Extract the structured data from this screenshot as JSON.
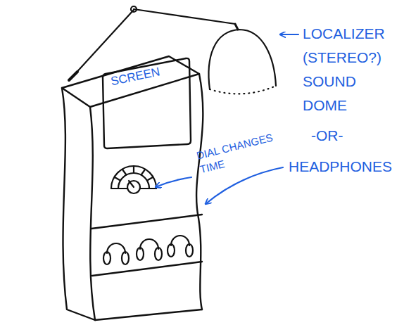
{
  "diagram": {
    "nodes": [
      {
        "text": [
          "SCREEN"
        ]
      }
    ],
    "labels": [
      "DIAL CHANGES TIME",
      "LOCALIZER (STEREO?) SOUND DOME",
      "-OR-",
      "HEADPHONES"
    ]
  }
}
